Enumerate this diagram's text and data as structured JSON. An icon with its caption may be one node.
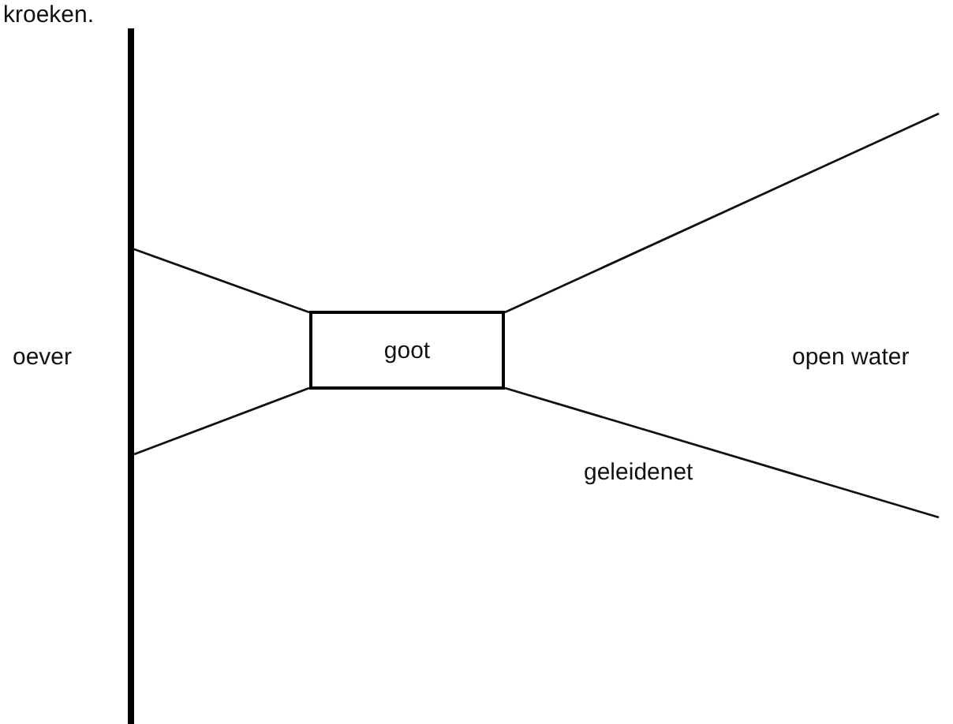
{
  "diagram": {
    "nodes": [
      {
        "text": [],
        "shape": "bar"
      },
      {
        "text": [
          "goot"
        ]
      }
    ],
    "edges": [
      {
        "from": 0,
        "to": 1,
        "arrow": "none"
      },
      {
        "from": 0,
        "to": 1,
        "arrow": "none"
      },
      {
        "from": 1,
        "to": null,
        "arrow": "none"
      },
      {
        "from": 1,
        "to": null,
        "arrow": "none"
      }
    ],
    "labels": [
      "kroeken.",
      "oever",
      "open water",
      "geleidenet"
    ]
  }
}
